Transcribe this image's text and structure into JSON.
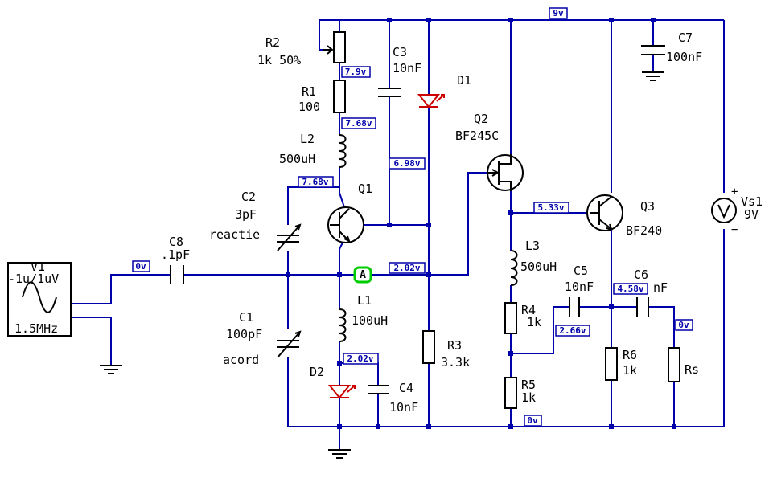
{
  "components": {
    "r2": {
      "name": "R2",
      "value": "1k 50%"
    },
    "r1": {
      "name": "R1",
      "value": "100"
    },
    "l2": {
      "name": "L2",
      "value": "500uH"
    },
    "c3": {
      "name": "C3",
      "value": "10nF"
    },
    "d1": {
      "name": "D1"
    },
    "q1": {
      "name": "Q1"
    },
    "c2": {
      "name": "C2",
      "value": "3pF",
      "note": "reactie"
    },
    "c8": {
      "name": "C8",
      "value": ".1pF"
    },
    "v1": {
      "name": "V1",
      "value": "-1u/1uV",
      "freq": "1.5MHz"
    },
    "c1": {
      "name": "C1",
      "value": "100pF",
      "note": "acord"
    },
    "l1": {
      "name": "L1",
      "value": "100uH"
    },
    "d2": {
      "name": "D2"
    },
    "c4": {
      "name": "C4",
      "value": "10nF"
    },
    "r3": {
      "name": "R3",
      "value": "3.3k"
    },
    "q2": {
      "name": "Q2",
      "value": "BF245C"
    },
    "l3": {
      "name": "L3",
      "value": "500uH"
    },
    "r4": {
      "name": "R4",
      "value": "1k"
    },
    "r5": {
      "name": "R5",
      "value": "1k"
    },
    "c5": {
      "name": "C5",
      "value": "10nF"
    },
    "c6": {
      "name": "C6",
      "value_suffix": "nF"
    },
    "q3": {
      "name": "Q3",
      "value": "BF240"
    },
    "r6": {
      "name": "R6",
      "value": "1k"
    },
    "rs": {
      "name": "Rs"
    },
    "c7": {
      "name": "C7",
      "value": "100nF"
    },
    "vs1": {
      "name": "Vs1",
      "value": "9V",
      "plus": "+",
      "minus": "−"
    }
  },
  "voltages": {
    "supply": "9v",
    "r2_r1": "7.9v",
    "r1_l2": "7.68v",
    "l2_q1": "7.68v",
    "d1_r3": "6.98v",
    "q3_base": "5.33v",
    "node_a": "2.02v",
    "l1_d2": "2.02v",
    "r4_r5": "2.66v",
    "q3_emitter": "4.58v",
    "output": "0v",
    "input": "0v",
    "ground": "0v"
  },
  "probe": {
    "label": "A"
  },
  "colors": {
    "wire": "#0000aa",
    "led": "#cc0000",
    "probe": "#00cc00"
  }
}
